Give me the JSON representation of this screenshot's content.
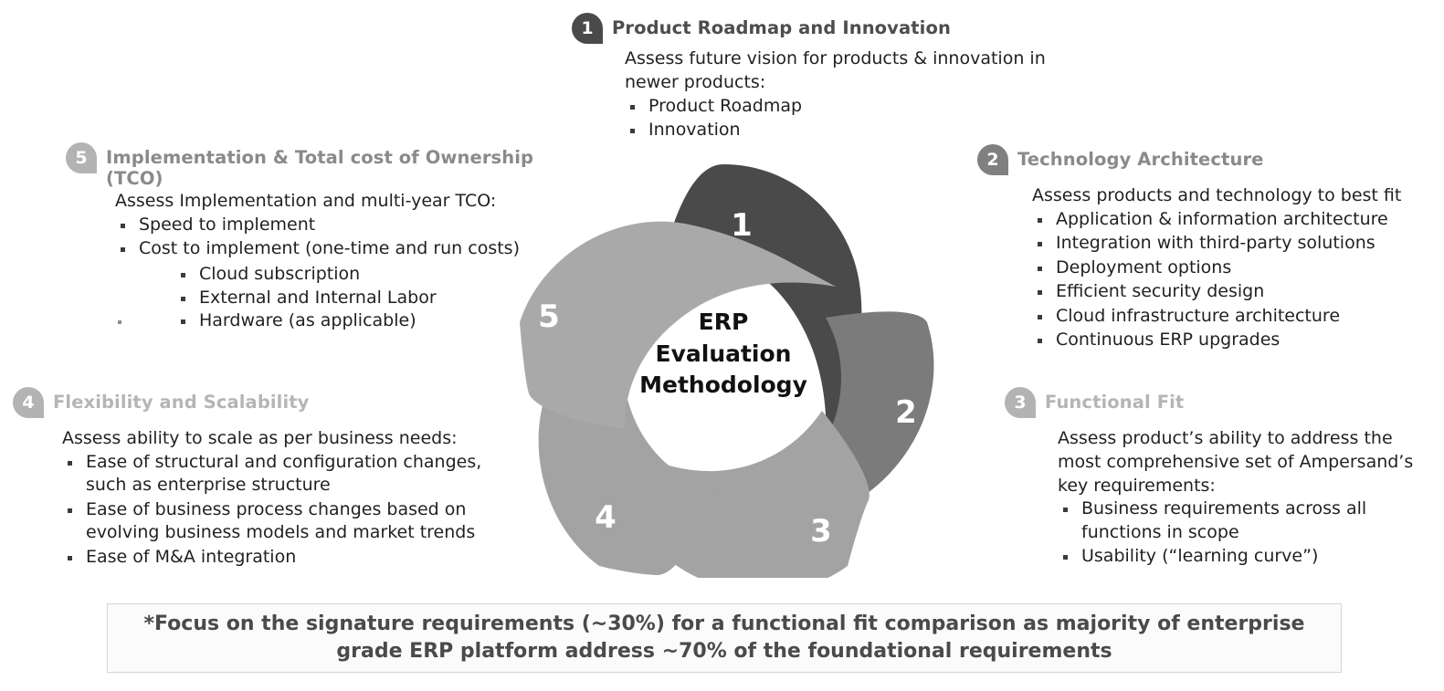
{
  "center": {
    "line1": "ERP",
    "line2": "Evaluation",
    "line3": "Methodology"
  },
  "colors": {
    "petal1": "#4a4a4a",
    "petal2": "#7b7b7b",
    "petal3": "#a3a3a3",
    "petal4": "#a3a3a3",
    "petal5": "#a9a9a9",
    "badge1": "#4a4a4a",
    "badge2": "#808080",
    "badge3": "#b3b3b3",
    "badge4": "#b3b3b3",
    "badge5": "#b3b3b3",
    "title1": "#4d4d4d",
    "title2": "#8a8a8a",
    "title3": "#b5b5b5",
    "title4": "#b5b5b5",
    "title5": "#8a8a8a",
    "footnote_text": "#4a4a4a",
    "footnote_border": "#d4d4d4",
    "body_text": "#231f20"
  },
  "sections": [
    {
      "number": "1",
      "title": "Product Roadmap and Innovation",
      "intro": "Assess  future vision for products & innovation in newer products:",
      "bullets": [
        "Product Roadmap",
        "Innovation"
      ],
      "subbullets": []
    },
    {
      "number": "2",
      "title": "Technology Architecture",
      "intro": "Assess products and technology to best fit",
      "bullets": [
        "Application & information architecture",
        "Integration with third-party solutions",
        "Deployment options",
        "Efficient security design",
        "Cloud infrastructure architecture",
        "Continuous ERP upgrades"
      ],
      "subbullets": []
    },
    {
      "number": "3",
      "title": "Functional Fit",
      "intro": "Assess product’s ability to address the most comprehensive set of Ampersand’s key requirements:",
      "bullets": [
        "Business requirements across all functions in scope",
        "Usability (“learning curve”)"
      ],
      "subbullets": []
    },
    {
      "number": "4",
      "title": "Flexibility and Scalability",
      "intro": "Assess ability to scale as per business needs:",
      "bullets": [
        "Ease of structural and configuration changes, such as enterprise structure",
        "Ease of business process changes based on evolving business models and market trends",
        "Ease of M&A integration"
      ],
      "subbullets": []
    },
    {
      "number": "5",
      "title": "Implementation & Total cost of Ownership (TCO)",
      "intro": "Assess Implementation and multi-year TCO:",
      "bullets": [
        "Speed to implement",
        "Cost to implement (one-time and run costs)"
      ],
      "subbullets": [
        "Cloud subscription",
        "External and Internal Labor",
        "Hardware (as applicable)"
      ]
    }
  ],
  "footnote": {
    "text": "*Focus on the signature requirements (~30%) for a functional fit comparison as majority of enterprise grade ERP platform address ~70% of the foundational requirements"
  }
}
